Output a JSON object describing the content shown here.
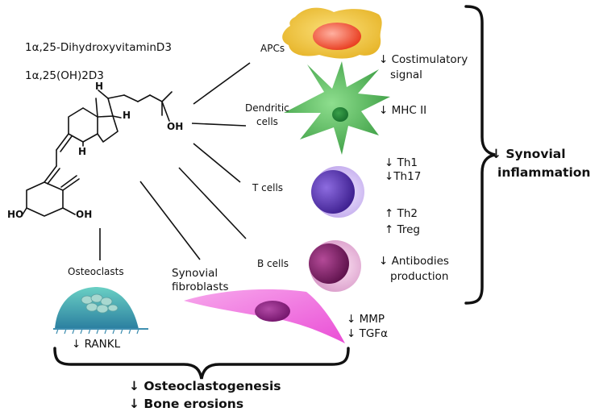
{
  "compound": {
    "name": "1α,25-DihydroxyvitaminD3",
    "abbrev": "1α,25(OH)2D3",
    "atoms": {
      "h_top": "H",
      "h_mid": "H",
      "h_bottom": "H",
      "oh_side": "OH",
      "ho_ring": "HO",
      "oh_ring": "OH"
    }
  },
  "cells": {
    "apcs": "APCs",
    "dendritic_1": "Dendritic",
    "dendritic_2": "cells",
    "tcells": "T cells",
    "bcells": "B cells",
    "osteoclasts": "Osteoclasts",
    "fibro_1": "Synovial",
    "fibro_2": "fibroblasts"
  },
  "effects": {
    "costim_1": "↓ Costimulatory",
    "costim_2": "signal",
    "mhc": "↓ MHC II",
    "th1": "↓ Th1",
    "th17": "↓Th17",
    "th2": "↑ Th2",
    "treg": "↑ Treg",
    "antib_1": "↓ Antibodies",
    "antib_2": "production",
    "rankl": "↓  RANKL",
    "mmp": "↓ MMP",
    "tgf": "↓ TGFα"
  },
  "outcomes": {
    "synovial_1": "↓ Synovial",
    "synovial_2": "inflammation",
    "osteo": "↓ Osteoclastogenesis",
    "bone": "↓ Bone erosions"
  },
  "colors": {
    "apc": "#f2c53a",
    "apc_nucleus": "#f04a2a",
    "dendritic": "#5cc060",
    "tcell": "#6a3fc4",
    "bcell": "#962a78",
    "fibroblast": "#f070dc",
    "osteoclast": "#3aa5a8"
  }
}
